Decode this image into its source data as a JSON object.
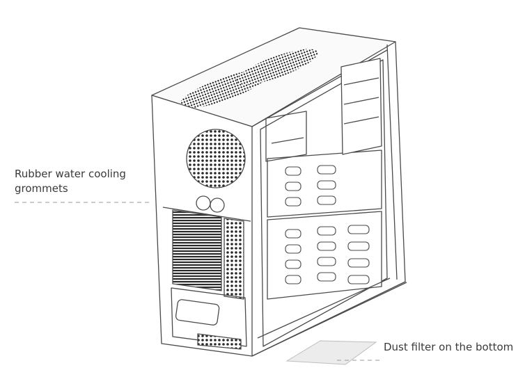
{
  "callouts": {
    "grommets": {
      "line1": "Rubber water cooling",
      "line2": "grommets"
    },
    "dust_filter": {
      "text": "Dust filter on the bottom"
    }
  },
  "colors": {
    "line": "#4a4a4a",
    "leader": "#9a9a9a",
    "filter_fill": "#ececec",
    "text": "#3a3a3a"
  },
  "icons": [
    "pc-case-illustration",
    "dust-filter-panel"
  ]
}
